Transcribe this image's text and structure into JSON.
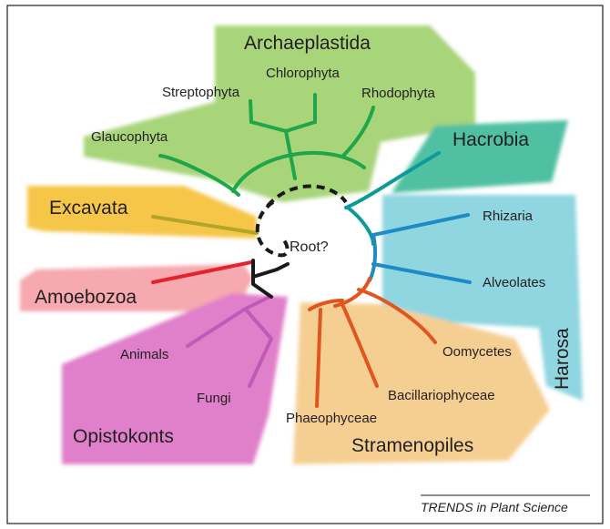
{
  "diagram": {
    "root_label": "Root?",
    "credit": "TRENDS in Plant Science",
    "groups": {
      "archaeplastida": {
        "label": "Archaeplastida",
        "color": "#a8d47a",
        "line_color": "#1fa54a",
        "taxa": [
          "Glaucophyta",
          "Streptophyta",
          "Chlorophyta",
          "Rhodophyta"
        ]
      },
      "hacrobia": {
        "label": "Hacrobia",
        "color": "#4fc0a2",
        "line_color": "#0e9a98"
      },
      "harosa": {
        "label": "Harosa",
        "color": "#8fd6e0",
        "line_color": "#1f8ac6",
        "taxa": [
          "Rhizaria",
          "Alveolates"
        ]
      },
      "stramenopiles": {
        "label": "Stramenopiles",
        "color": "#f5cf92",
        "line_color": "#e0561e",
        "taxa": [
          "Oomycetes",
          "Bacillariophyceae",
          "Phaeophyceae"
        ]
      },
      "excavata": {
        "label": "Excavata",
        "color": "#f6c64a",
        "line_color": "#b3a52a"
      },
      "amoebozoa": {
        "label": "Amoebozoa",
        "color": "#f6a9ae",
        "line_color": "#e4222e"
      },
      "opistokonts": {
        "label": "Opistokonts",
        "color": "#e07fca",
        "line_color": "#c259b6",
        "taxa": [
          "Animals",
          "Fungi"
        ]
      }
    }
  }
}
